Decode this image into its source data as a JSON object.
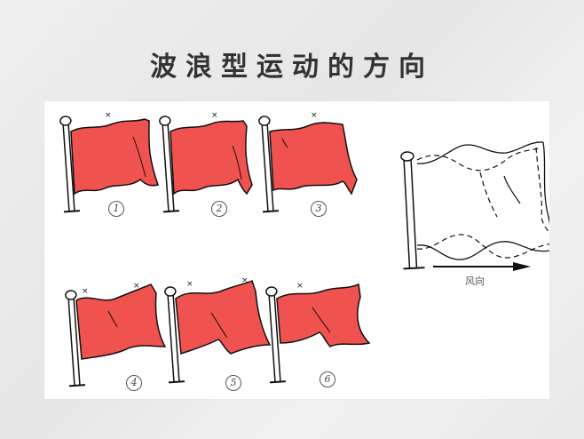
{
  "title": "波浪型运动的方向",
  "flags": [
    {
      "id": 1,
      "label": "1"
    },
    {
      "id": 2,
      "label": "2"
    },
    {
      "id": 3,
      "label": "3"
    },
    {
      "id": 4,
      "label": "4"
    },
    {
      "id": 5,
      "label": "5"
    },
    {
      "id": 6,
      "label": "6"
    }
  ],
  "diagram": {
    "wind_label": "风向"
  },
  "colors": {
    "flag_red": "#f0524f",
    "outline": "#1a1a1a",
    "title": "#333333"
  }
}
